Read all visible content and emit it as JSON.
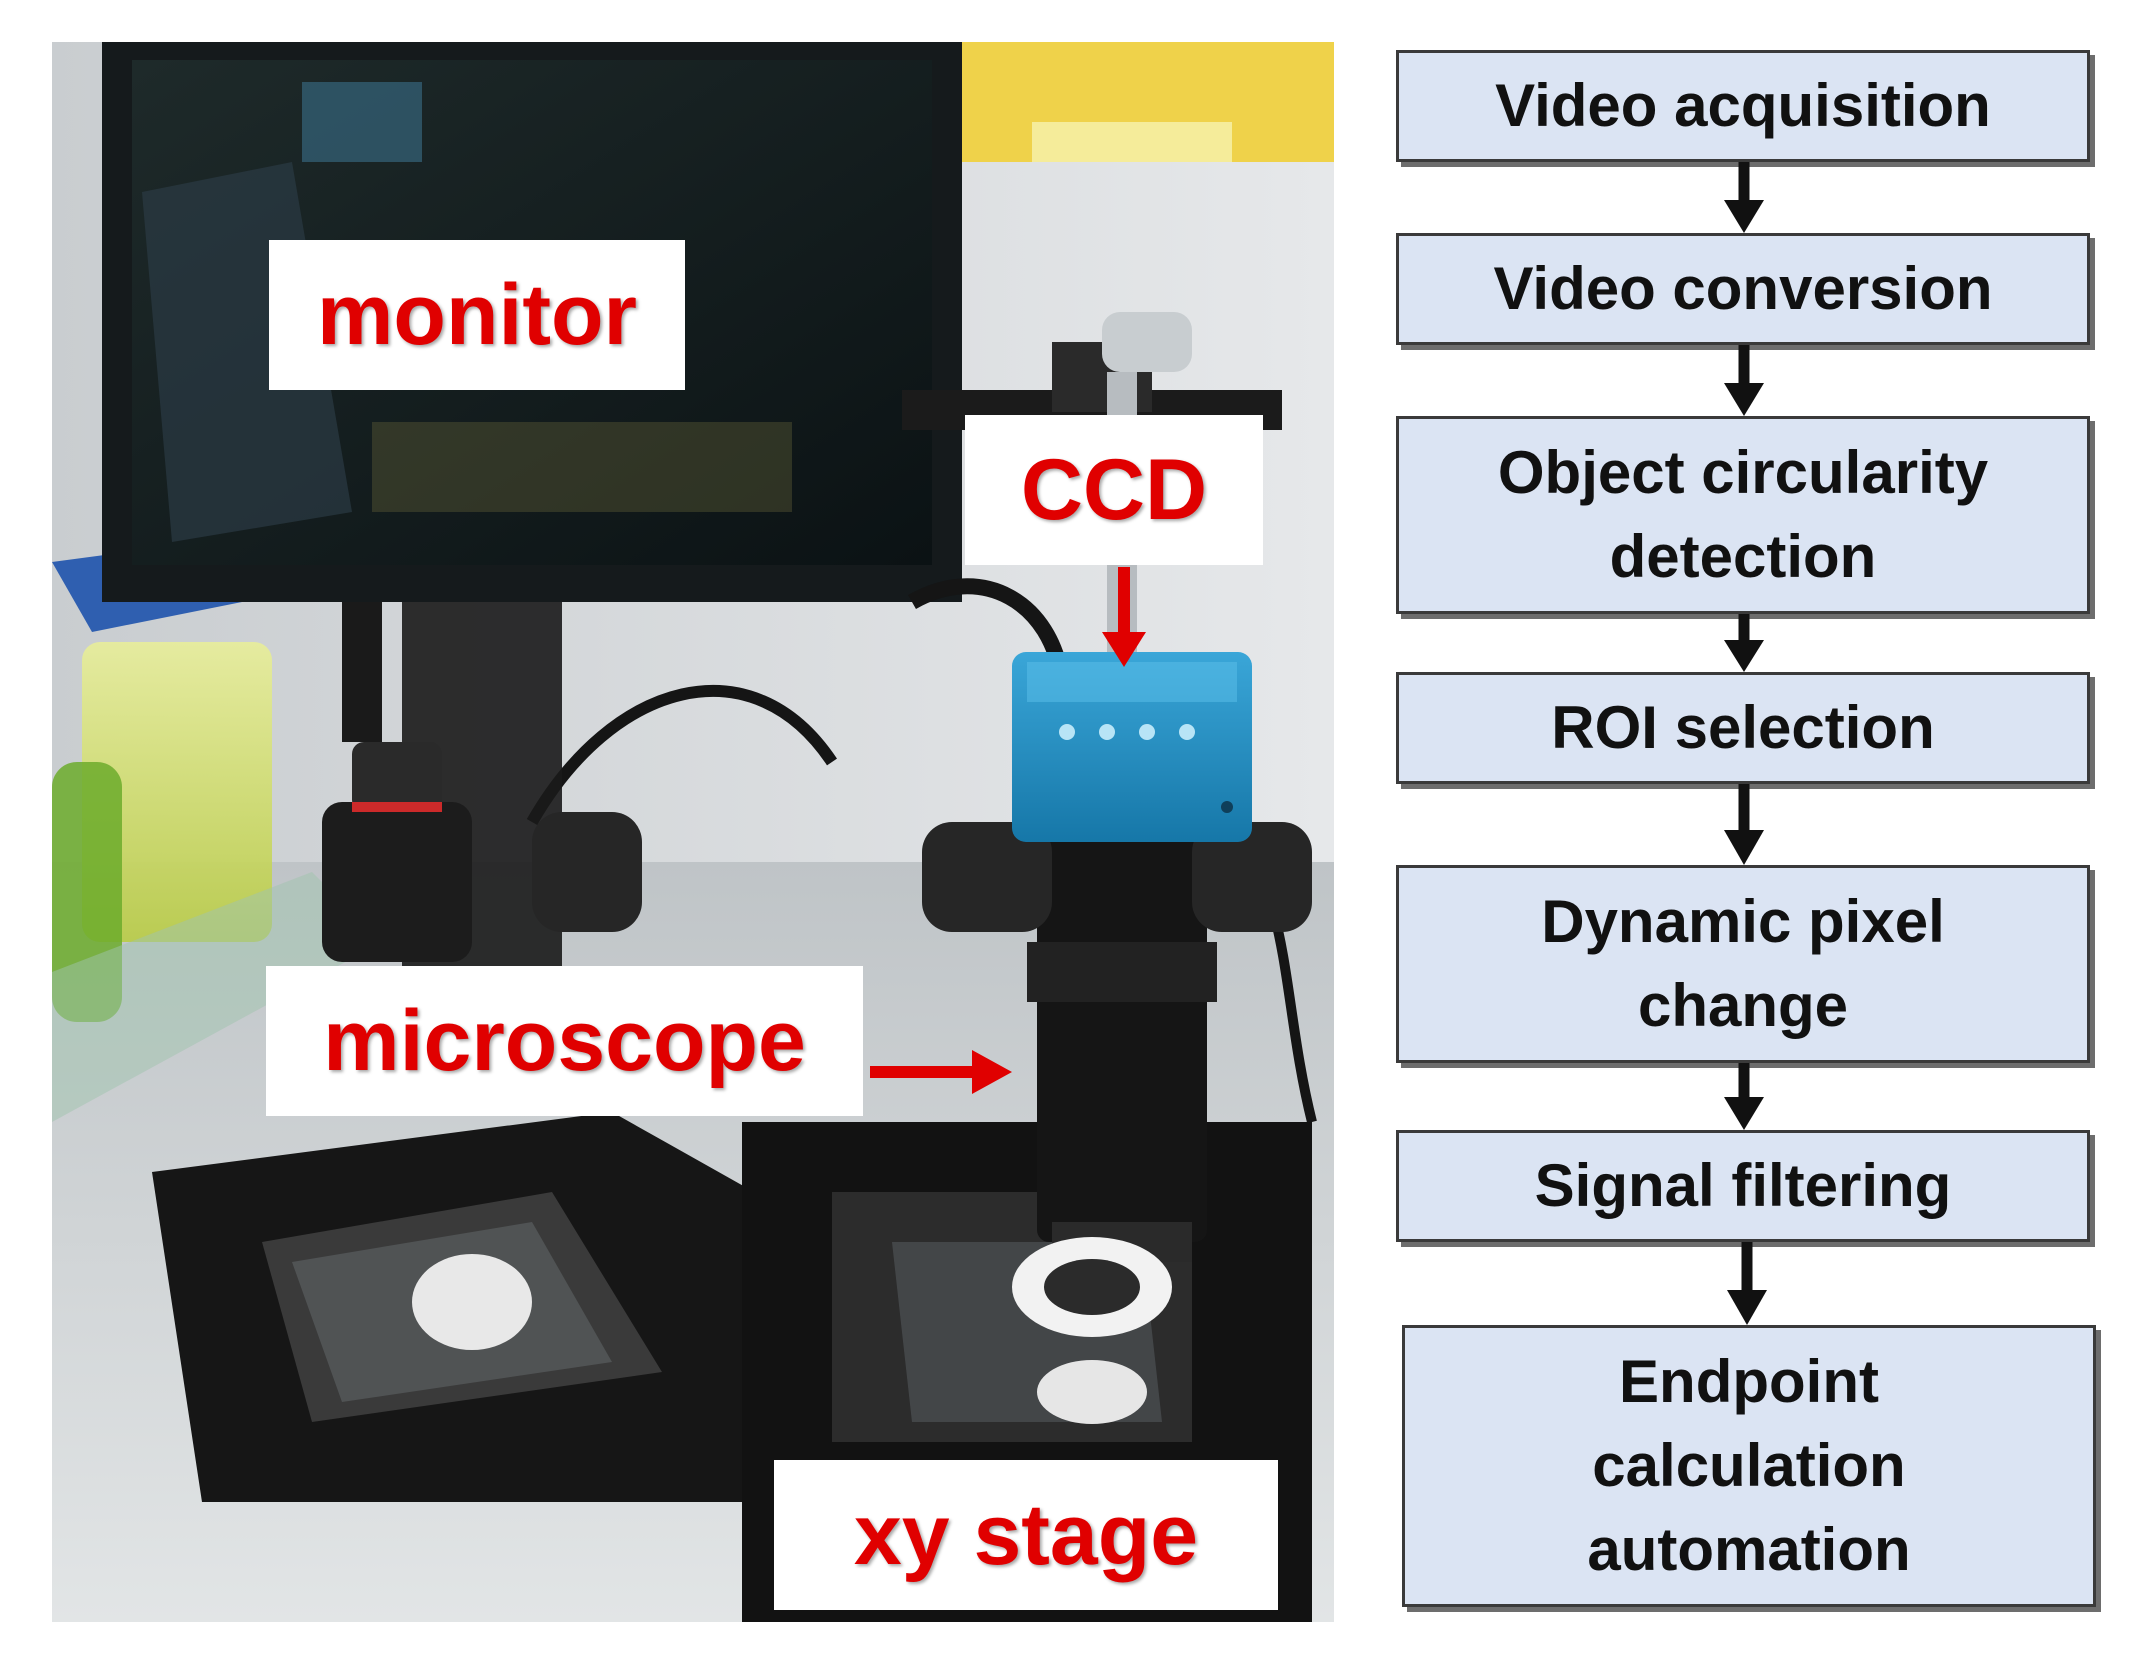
{
  "photo": {
    "labels": {
      "monitor": "monitor",
      "ccd": "CCD",
      "microscope": "microscope",
      "xy_stage": "xy stage"
    },
    "label_color": "#e00000"
  },
  "flowchart": {
    "box_fill": "#dbe4f3",
    "steps": [
      "Video acquisition",
      "Video conversion",
      "Object circularity\ndetection",
      "ROI selection",
      "Dynamic pixel\nchange",
      "Signal filtering",
      "Endpoint\ncalculation\nautomation"
    ]
  }
}
